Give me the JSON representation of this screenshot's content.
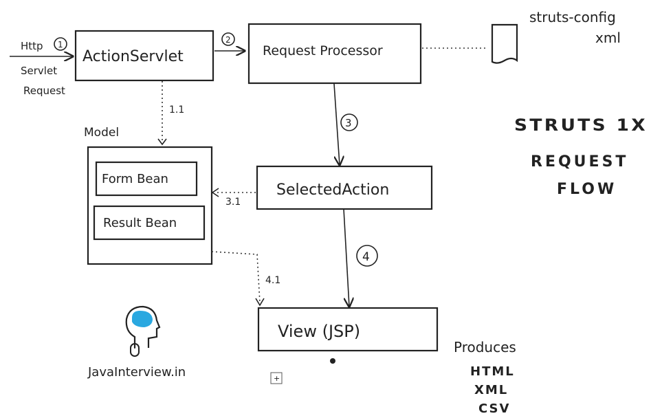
{
  "labels": {
    "http": "Http",
    "servlet": "Servlet",
    "request": "Request",
    "step1": "1",
    "step2": "2",
    "step3": "3",
    "step4": "4",
    "step1_1": "1.1",
    "step3_1": "3.1",
    "step4_1": "4.1"
  },
  "nodes": {
    "action_servlet": "ActionServlet",
    "request_processor": "Request Processor",
    "selected_action": "SelectedAction",
    "view": "View (JSP)",
    "model": "Model",
    "form_bean": "Form Bean",
    "result_bean": "Result Bean",
    "config_line1": "struts-config",
    "config_line2": "xml"
  },
  "title": {
    "line1": "STRUTS 1X",
    "line2": "REQUEST",
    "line3": "FLOW"
  },
  "produces": {
    "heading": "Produces",
    "items": [
      "HTML",
      "XML",
      "CSV"
    ]
  },
  "brand": {
    "site": "JavaInterview.in",
    "head_color": "#2aa8e0"
  },
  "expand_glyph": "+"
}
